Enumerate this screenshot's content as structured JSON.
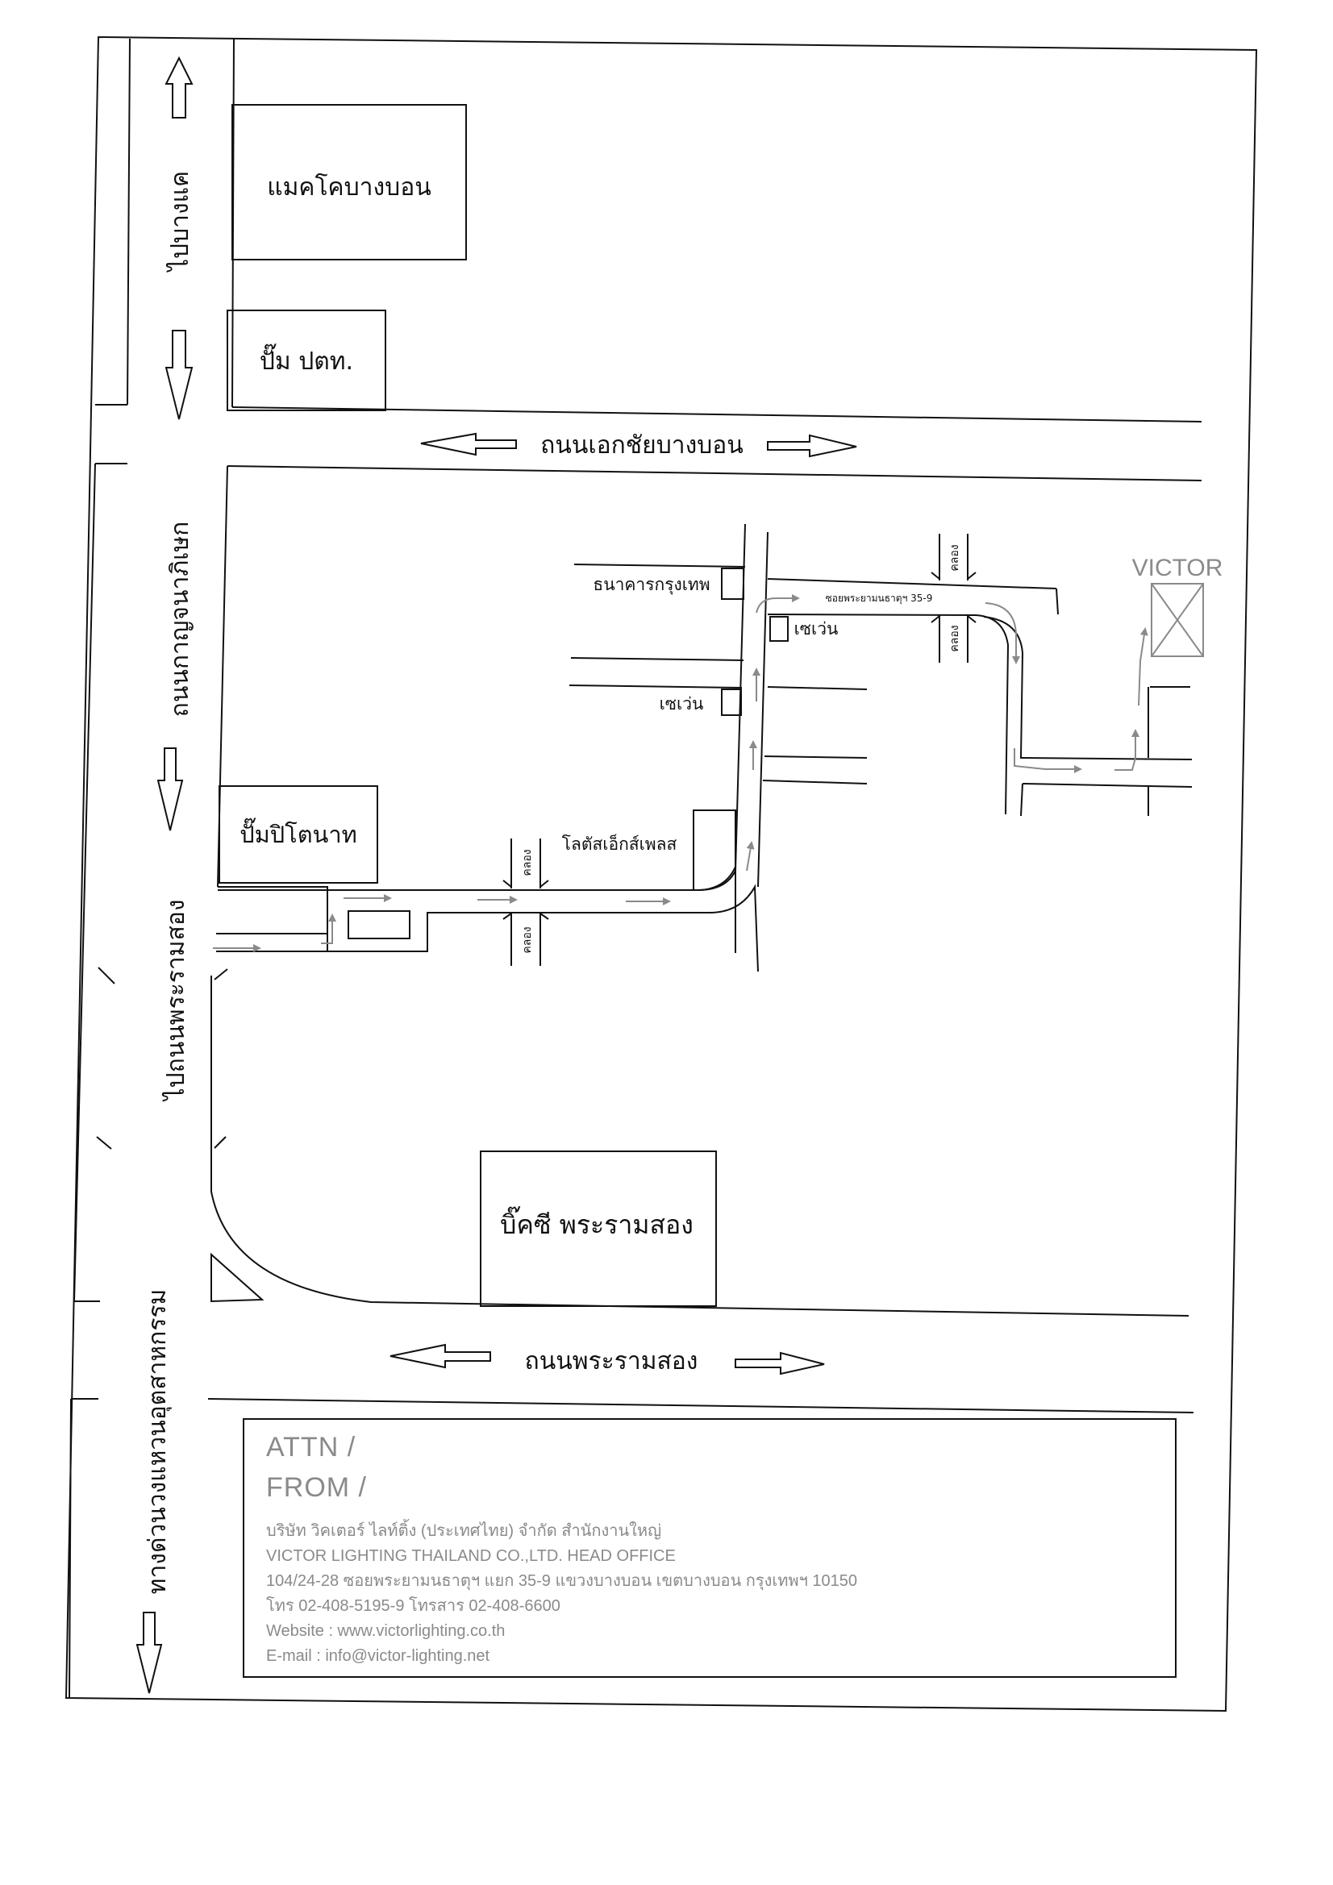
{
  "roads": {
    "bang_khae": "ไปบางแค",
    "ekkachai": "ถนนเอกชัยบางบอน",
    "kanchanaphisek": "ถนนกาญจนาภิเษก",
    "rama2_going": "ไปถนนพระรามสอง",
    "rama2": "ถนนพระรามสอง",
    "expressway": "ทางด่วนวงแหวนอุตสาหกรรม",
    "soi": "ซอยพระยามนธาตุฯ 35-9"
  },
  "landmarks": {
    "makro": "แมคโคบางบอน",
    "ptt": "ปั๊ม ปตท.",
    "petronas": "ปั๊มปิโตนาท",
    "lotus": "โลตัสเอ็กส์เพลส",
    "bangkok_bank": "ธนาคารกรุงเทพ",
    "seven1": "เซเว่น",
    "seven2": "เซเว่น",
    "bigc": "บิ๊คซี พระรามสอง",
    "victor": "VICTOR"
  },
  "canals": [
    "คลอง",
    "คลอง",
    "คลอง",
    "คลอง"
  ],
  "contact": {
    "attn": "ATTN   /",
    "from": "FROM  /",
    "company_th": "บริษัท วิคเตอร์ ไลท์ติ้ง (ประเทศไทย) จำกัด สำนักงานใหญ่",
    "company_en": "VICTOR LIGHTING THAILAND CO.,LTD. HEAD OFFICE",
    "address": "104/24-28 ซอยพระยามนธาตุฯ แยก 35-9 แขวงบางบอน เขตบางบอน กรุงเทพฯ 10150",
    "phone": "โทร 02-408-5195-9 โทรสาร 02-408-6600",
    "website": "Website : www.victorlighting.co.th",
    "email": "E-mail : info@victor-lighting.net"
  },
  "colors": {
    "ink": "#111111",
    "route": "#8a8a8a",
    "contact_text": "#8a8a8a"
  }
}
